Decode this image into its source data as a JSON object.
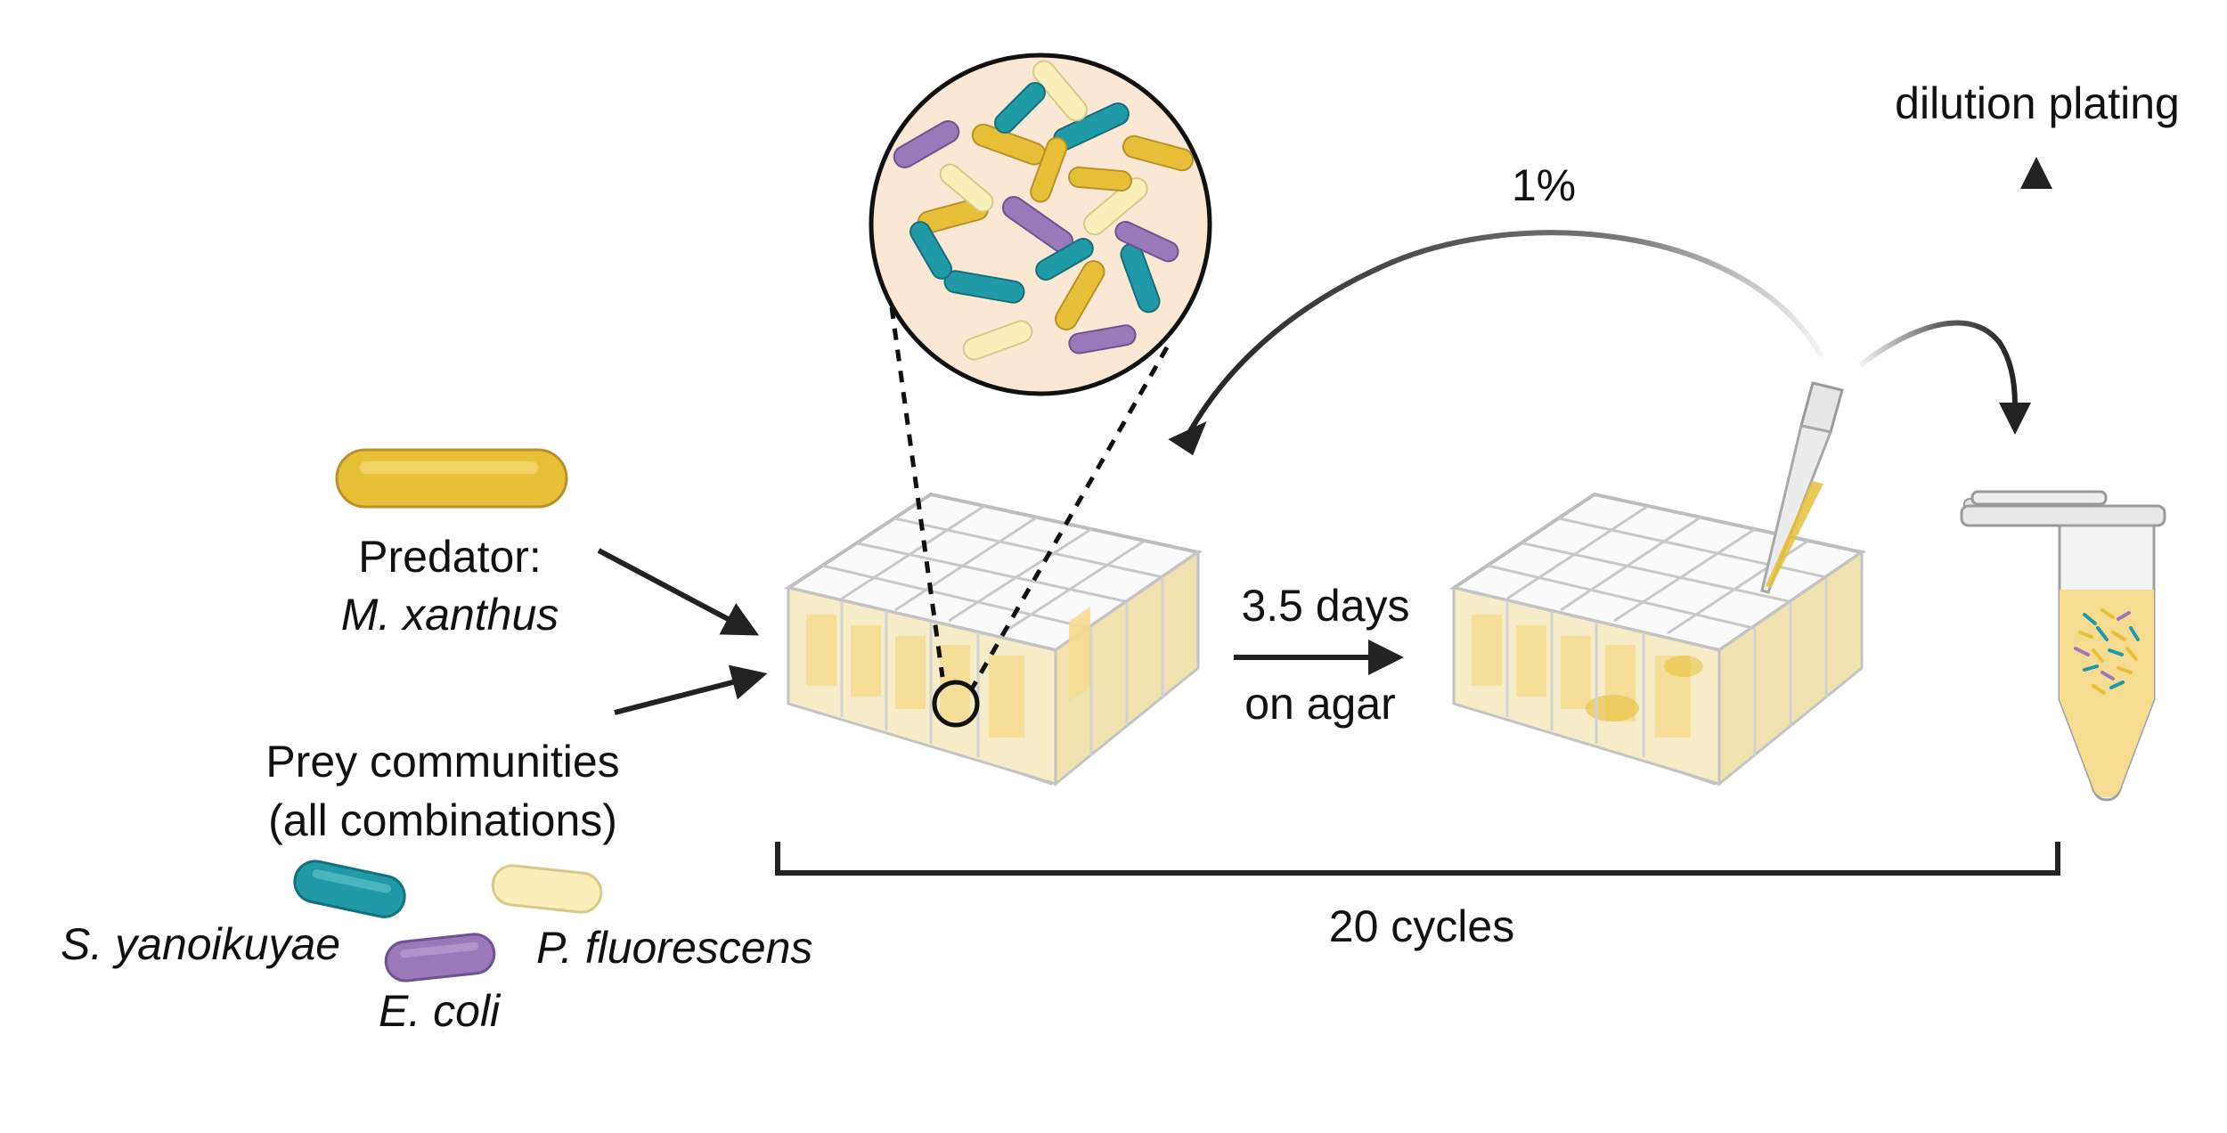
{
  "labels": {
    "predator_title": "Predator:",
    "predator_species": "M. xanthus",
    "prey_line1": "Prey communities",
    "prey_line2": "(all combinations)",
    "prey_species_1": "S. yanoikuyae",
    "prey_species_2": "P. fluorescens",
    "prey_species_3": "E. coli",
    "incubation_time": "3.5 days",
    "incubation_medium": "on agar",
    "transfer_fraction": "1%",
    "dilution": "dilution plating",
    "cycles": "20 cycles"
  },
  "colors": {
    "m_xanthus": "#e8c038",
    "s_yanoikuyae": "#1f9aa6",
    "e_coli": "#9b78b8",
    "p_fluorescens": "#f8f0b8",
    "agar": "#f5dc90",
    "magnifier_bg": "#fbe8d4",
    "arrow": "#222222"
  },
  "icons": [
    "predator-bacterium-icon",
    "prey-bacterium-icon",
    "well-plate-icon",
    "pipette-icon",
    "microcentrifuge-tube-icon",
    "magnifier-icon"
  ]
}
